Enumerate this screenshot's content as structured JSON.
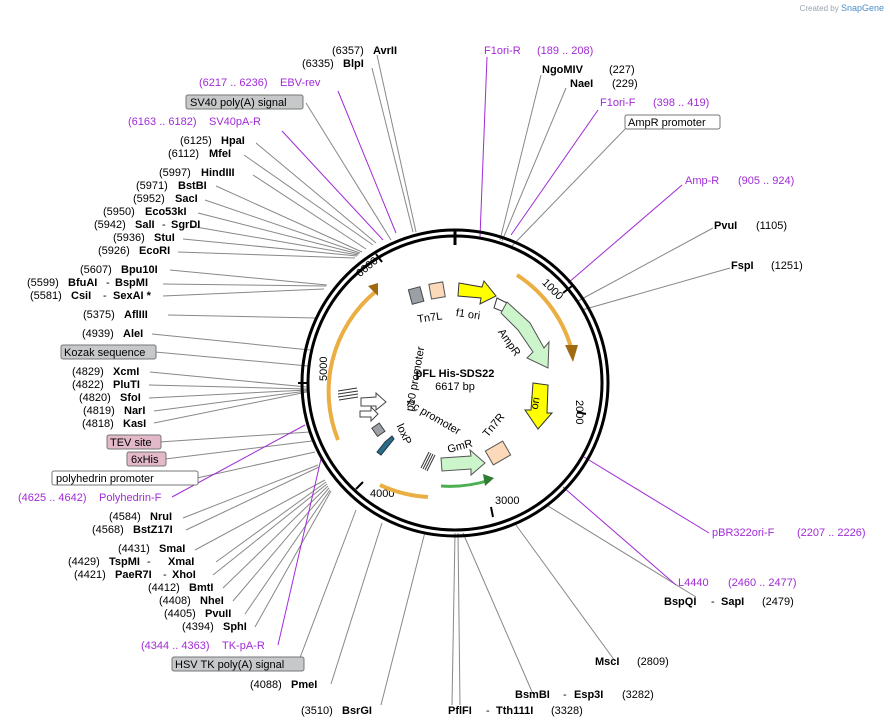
{
  "credit": {
    "prefix": "Created by",
    "brand": "SnapGene"
  },
  "plasmid": {
    "name": "pFL His-SDS22",
    "size": "6617 bp"
  },
  "ticks": [
    "1000",
    "2000",
    "3000",
    "4000",
    "5000",
    "6000"
  ],
  "features": {
    "tn7l": "Tn7L",
    "f1ori": "f1 ori",
    "ampr": "AmpR",
    "ori": "ori",
    "tn7r": "Tn7R",
    "gmr": "GmR",
    "pc_promoter": "Pc promoter",
    "loxp": "loxP",
    "p10_promoter": "p10 promoter"
  },
  "sites": {
    "avrii": {
      "pos": "(6357)",
      "name": "AvrII"
    },
    "blpi": {
      "pos": "(6335)",
      "name": "BlpI"
    },
    "f1ori_r": {
      "name": "F1ori-R",
      "range": "(189 .. 208)"
    },
    "ngomiv": {
      "name": "NgoMIV",
      "pos": "(227)"
    },
    "naei": {
      "name": "NaeI",
      "pos": "(229)"
    },
    "f1ori_f": {
      "name": "F1ori-F",
      "range": "(398 .. 419)"
    },
    "ampr_promoter": {
      "name": "AmpR promoter"
    },
    "amp_r": {
      "name": "Amp-R",
      "range": "(905 .. 924)"
    },
    "pvui": {
      "name": "PvuI",
      "pos": "(1105)"
    },
    "fspi": {
      "name": "FspI",
      "pos": "(1251)"
    },
    "ebv_rev": {
      "range": "(6217 .. 6236)",
      "name": "EBV-rev"
    },
    "sv40_polya": {
      "name": "SV40 poly(A) signal"
    },
    "sv40pa_r": {
      "range": "(6163 .. 6182)",
      "name": "SV40pA-R"
    },
    "hpai": {
      "pos": "(6125)",
      "name": "HpaI"
    },
    "mfei": {
      "pos": "(6112)",
      "name": "MfeI"
    },
    "hindiii": {
      "pos": "(5997)",
      "name": "HindIII"
    },
    "bstbi": {
      "pos": "(5971)",
      "name": "BstBI"
    },
    "saci": {
      "pos": "(5952)",
      "name": "SacI"
    },
    "eco53ki": {
      "pos": "(5950)",
      "name": "Eco53kI"
    },
    "sali": {
      "pos": "(5942)",
      "name": "SalI",
      "alt": "SgrDI"
    },
    "stui": {
      "pos": "(5936)",
      "name": "StuI"
    },
    "ecori": {
      "pos": "(5926)",
      "name": "EcoRI"
    },
    "bpu10i": {
      "pos": "(5607)",
      "name": "Bpu10I"
    },
    "bfuai": {
      "pos": "(5599)",
      "name": "BfuAI",
      "alt": "BspMI"
    },
    "csii": {
      "pos": "(5581)",
      "name": "CsiI",
      "alt": "SexAI *"
    },
    "afliii": {
      "pos": "(5375)",
      "name": "AflIII"
    },
    "alei": {
      "pos": "(4939)",
      "name": "AleI"
    },
    "kozak": {
      "name": "Kozak sequence"
    },
    "xcmi": {
      "pos": "(4829)",
      "name": "XcmI"
    },
    "pluti": {
      "pos": "(4822)",
      "name": "PluTI"
    },
    "sfoi": {
      "pos": "(4820)",
      "name": "SfoI"
    },
    "nari": {
      "pos": "(4819)",
      "name": "NarI"
    },
    "kasi": {
      "pos": "(4818)",
      "name": "KasI"
    },
    "tev": {
      "name": "TEV site"
    },
    "his6": {
      "name": "6xHis"
    },
    "polyhedrin_promoter": {
      "name": "polyhedrin promoter"
    },
    "polyhedrin_f": {
      "range": "(4625 .. 4642)",
      "name": "Polyhedrin-F"
    },
    "nrui": {
      "pos": "(4584)",
      "name": "NruI"
    },
    "bstz17i": {
      "pos": "(4568)",
      "name": "BstZ17I"
    },
    "smai": {
      "pos": "(4431)",
      "name": "SmaI"
    },
    "tspmi": {
      "pos": "(4429)",
      "name": "TspMI",
      "alt": "XmaI"
    },
    "paer7i": {
      "pos": "(4421)",
      "name": "PaeR7I",
      "alt": "XhoI"
    },
    "bmti": {
      "pos": "(4412)",
      "name": "BmtI"
    },
    "nhei": {
      "pos": "(4408)",
      "name": "NheI"
    },
    "pvuii": {
      "pos": "(4405)",
      "name": "PvuII"
    },
    "sphi": {
      "pos": "(4394)",
      "name": "SphI"
    },
    "tkpa_r": {
      "range": "(4344 .. 4363)",
      "name": "TK-pA-R"
    },
    "hsv_tk_polya": {
      "name": "HSV TK poly(A) signal"
    },
    "pmei": {
      "pos": "(4088)",
      "name": "PmeI"
    },
    "bsrgi": {
      "pos": "(3510)",
      "name": "BsrGI"
    },
    "pflfi": {
      "name": "PflFI",
      "alt": "Tth111I",
      "pos": "(3328)"
    },
    "bsmbi": {
      "name": "BsmBI",
      "alt": "Esp3I",
      "pos": "(3282)"
    },
    "msci": {
      "name": "MscI",
      "pos": "(2809)"
    },
    "bspqi": {
      "name": "BspQI",
      "alt": "SapI",
      "pos": "(2479)"
    },
    "l4440": {
      "name": "L4440",
      "range": "(2460 .. 2477)"
    },
    "pbr322ori_f": {
      "name": "pBR322ori-F",
      "range": "(2207 .. 2226)"
    }
  },
  "colors": {
    "primer": "#a12bd6",
    "ori": "#ffff00",
    "ampr": "#ccf5cc",
    "orf_arrow": "#ebae42",
    "tn7": "#fcd9b8",
    "feature_gray": "#c6c8ca",
    "misc_pink": "#e3b8c8"
  }
}
